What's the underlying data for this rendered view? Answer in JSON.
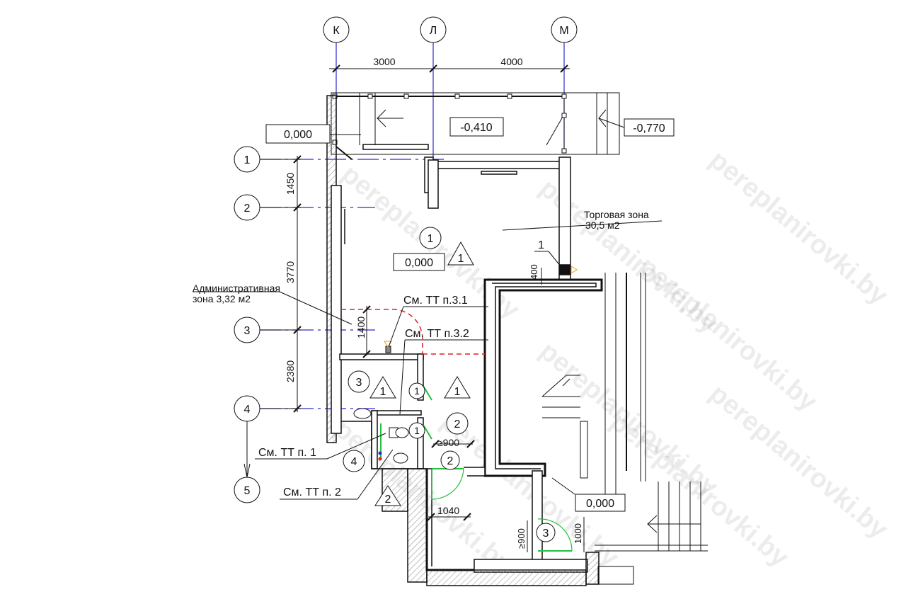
{
  "axes": {
    "columns": [
      "К",
      "Л",
      "М"
    ],
    "rows": [
      "1",
      "2",
      "3",
      "4",
      "5"
    ]
  },
  "dimensions": {
    "k_to_l": "3000",
    "l_to_m": "4000",
    "row_1_2": "1450",
    "row_2_3": "3770",
    "row_3_4": "2380",
    "niche_depth": "1400",
    "door_min_width": "≥900",
    "corridor_width": "1040",
    "door_min_width_2": "≥900",
    "door_width": "1000",
    "opening": "400"
  },
  "levels": {
    "entrance_left": "0,000",
    "porch": "-0,410",
    "stairs_right": "-0,770",
    "sales_floor": "0,000",
    "stair_landing": "0,000"
  },
  "rooms": {
    "sales": {
      "number": "1",
      "name": "Торговая зона",
      "area": "30,5 м2"
    },
    "admin": {
      "name": "Административная",
      "area": "зона 3,32 м2"
    },
    "wc": {
      "number": "3"
    },
    "corridor": {
      "number": "2"
    },
    "bath": {
      "number": "4"
    }
  },
  "notes": {
    "tt_3_1": "См. ТТ п.3.1",
    "tt_3_2": "См. ТТ п.3.2",
    "tt_1": "См. ТТ п. 1",
    "tt_2": "См. ТТ п. 2",
    "marker_1": "1"
  },
  "markers": {
    "door_1": "1",
    "door_2": "2",
    "door_3": "3",
    "change_1": "1",
    "change_2": "2"
  },
  "watermark": "pereplanirovki.by",
  "colors": {
    "axis": "#2a2ad0",
    "demolish": "#e02020",
    "door_new": "#22c040",
    "wall": "#111111"
  }
}
